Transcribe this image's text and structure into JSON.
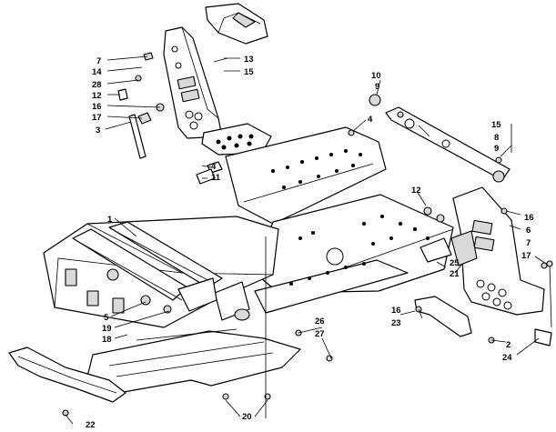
{
  "diagram": {
    "callouts": {
      "c1": "1",
      "c2": "2",
      "c3": "3",
      "c4a": "4",
      "c4b": "4",
      "c5": "5",
      "c6": "6",
      "c7a": "7",
      "c7b": "7",
      "c8": "8",
      "c9a": "9",
      "c9b": "9",
      "c10": "10",
      "c11": "11",
      "c12a": "12",
      "c12b": "12",
      "c13": "13",
      "c14": "14",
      "c15a": "15",
      "c15b": "15",
      "c16a": "16",
      "c16b": "16",
      "c16c": "16",
      "c17a": "17",
      "c17b": "17",
      "c18": "18",
      "c19": "19",
      "c20": "20",
      "c21": "21",
      "c22": "22",
      "c23": "23",
      "c24": "24",
      "c25": "25",
      "c26": "26",
      "c27": "27",
      "c28": "28"
    }
  }
}
